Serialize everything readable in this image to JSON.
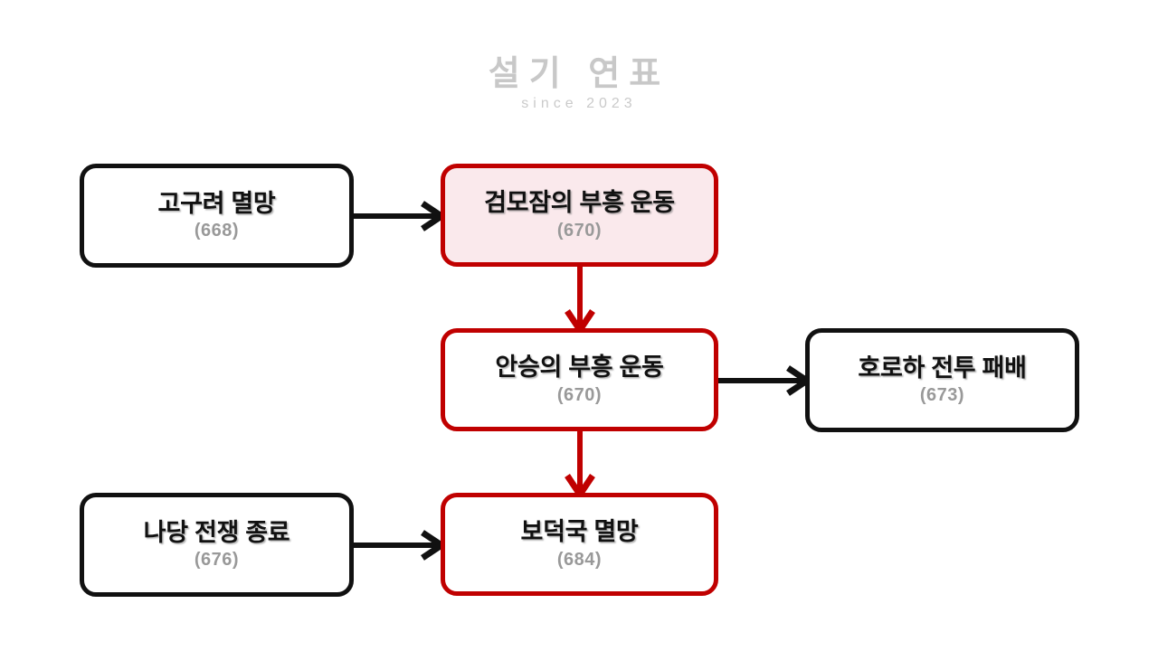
{
  "watermark": {
    "title": "설기 연표",
    "subtitle": "since 2023"
  },
  "diagram": {
    "type": "flowchart",
    "nodes": [
      {
        "id": "goguryeo-fall",
        "title": "고구려 멸망",
        "year": "(668)",
        "style": "black-outline"
      },
      {
        "id": "geommojam-revival",
        "title": "검모잠의 부흥 운동",
        "year": "(670)",
        "style": "red-outline-pink-fill"
      },
      {
        "id": "anseung-revival",
        "title": "안승의 부흥 운동",
        "year": "(670)",
        "style": "red-outline"
      },
      {
        "id": "horoha-defeat",
        "title": "호로하 전투 패배",
        "year": "(673)",
        "style": "black-outline"
      },
      {
        "id": "nadang-war-end",
        "title": "나당 전쟁 종료",
        "year": "(676)",
        "style": "black-outline"
      },
      {
        "id": "bodeokguk-fall",
        "title": "보덕국 멸망",
        "year": "(684)",
        "style": "red-outline"
      }
    ],
    "edges": [
      {
        "id": "e1",
        "from": "goguryeo-fall",
        "to": "geommojam-revival",
        "direction": "right",
        "color": "#111111"
      },
      {
        "id": "e2",
        "from": "geommojam-revival",
        "to": "anseung-revival",
        "direction": "down",
        "color": "#c00000"
      },
      {
        "id": "e3",
        "from": "anseung-revival",
        "to": "horoha-defeat",
        "direction": "right",
        "color": "#111111"
      },
      {
        "id": "e4",
        "from": "anseung-revival",
        "to": "bodeokguk-fall",
        "direction": "down",
        "color": "#c00000"
      },
      {
        "id": "e5",
        "from": "nadang-war-end",
        "to": "bodeokguk-fall",
        "direction": "right",
        "color": "#111111"
      }
    ]
  },
  "colors": {
    "accent_red": "#c00000",
    "highlight_fill": "#fae9ec",
    "outline_black": "#111111",
    "year_gray": "#999999",
    "background": "#ffffff"
  }
}
